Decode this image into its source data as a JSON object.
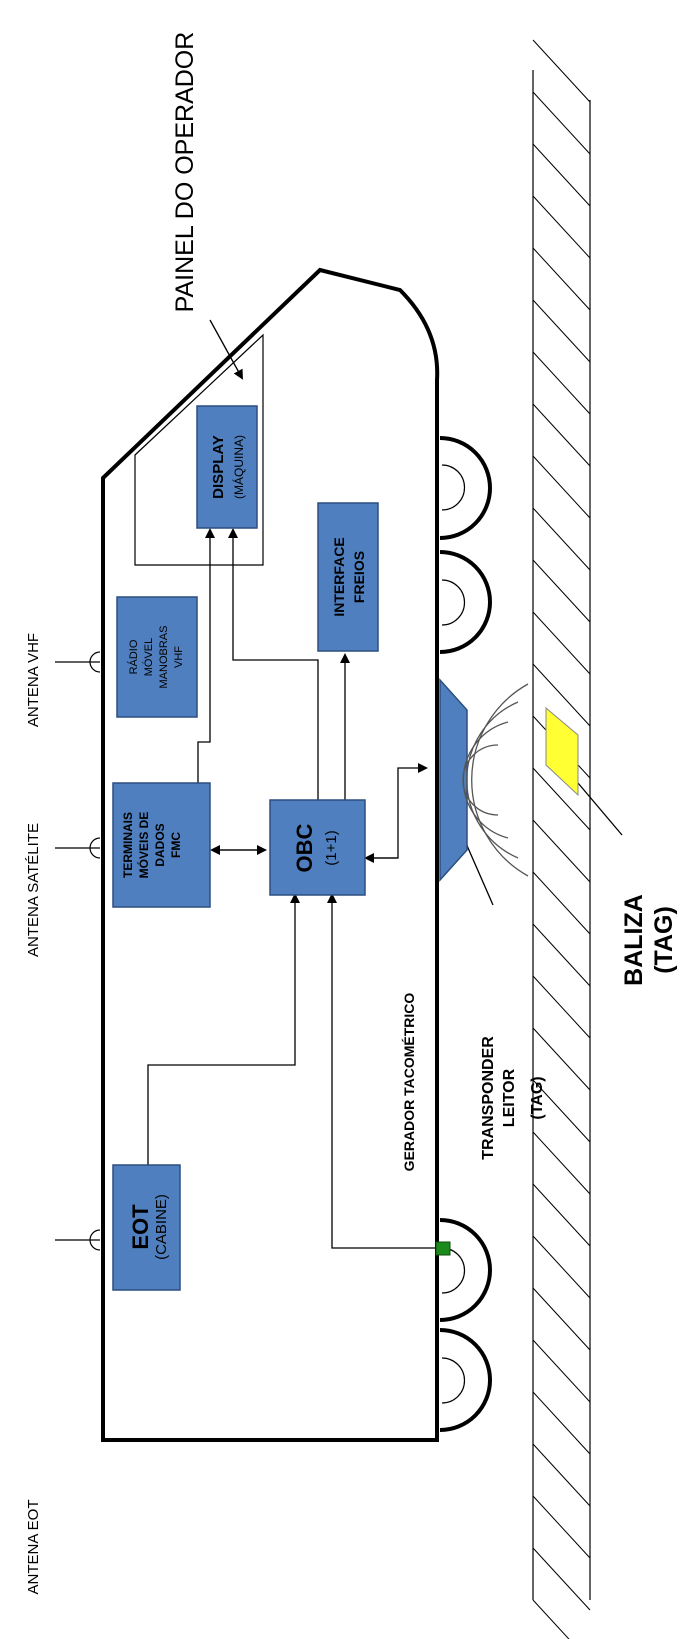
{
  "colors": {
    "box_fill": "#4f7fbf",
    "box_stroke": "#2b4f80",
    "tag_fill": "#ffff33",
    "sensor_green": "#1a8a1a"
  },
  "labels": {
    "painel_operador": "PAINEL DO OPERADOR",
    "antena_eot": "ANTENA EOT",
    "antena_satelite": "ANTENA SATÉLITE",
    "antena_vhf": "ANTENA VHF",
    "gerador": "GERADOR TACOMÉTRICO",
    "transponder_l1": "TRANSPONDER",
    "transponder_l2": "LEITOR",
    "transponder_l3": "(TAG)",
    "baliza_l1": "BALIZA",
    "baliza_l2": "(TAG)"
  },
  "boxes": {
    "eot_l1": "EOT",
    "eot_l2": "(CABINE)",
    "fmc_l1": "TERMINAIS",
    "fmc_l2": "MÓVEIS DE",
    "fmc_l3": "DADOS",
    "fmc_l4": "FMC",
    "radio_l1": "RÁDIO",
    "radio_l2": "MÓVEL",
    "radio_l3": "MANOBRAS",
    "radio_l4": "VHF",
    "obc_l1": "OBC",
    "obc_l2": "(1+1)",
    "interface_l1": "INTERFACE",
    "interface_l2": "FREIOS",
    "display_l1": "DISPLAY",
    "display_l2": "(MÁQUINA)"
  }
}
